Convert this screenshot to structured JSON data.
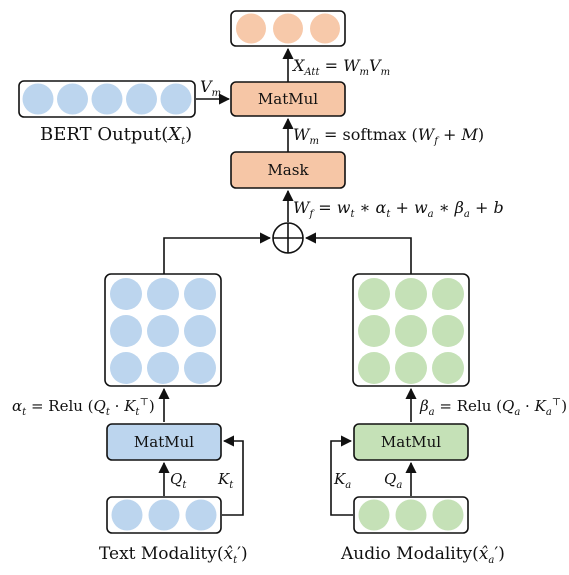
{
  "nodes": {
    "output_box": {
      "circle_color": "#f7c9aa",
      "count": 3
    },
    "matmul_top": {
      "label": "MatMul",
      "fill": "#f6c6a6"
    },
    "mask": {
      "label": "Mask",
      "fill": "#f6c6a6"
    },
    "bert_box": {
      "circle_color": "#bcd5ee",
      "count": 5
    },
    "text_grid": {
      "circle_color": "#bcd5ee",
      "rows": 3,
      "cols": 3
    },
    "audio_grid": {
      "circle_color": "#c5e1b7",
      "rows": 3,
      "cols": 3
    },
    "text_matmul": {
      "label": "MatMul",
      "fill": "#bcd5ee"
    },
    "audio_matmul": {
      "label": "MatMul",
      "fill": "#c5e1b7"
    },
    "text_input": {
      "circle_color": "#bcd5ee",
      "count": 3
    },
    "audio_input": {
      "circle_color": "#c5e1b7",
      "count": 3
    }
  },
  "labels": {
    "bert_output": "BERT Output",
    "bert_output_sym": "X",
    "bert_output_sub": "t",
    "text_modality": "Text Modality",
    "text_modality_sym": "x̂",
    "text_modality_sub": "t",
    "text_modality_prime": "′",
    "audio_modality": "Audio Modality",
    "audio_modality_sym": "x̂",
    "audio_modality_sub": "a",
    "audio_modality_prime": "′"
  },
  "equations": {
    "x_att": "X_Att = W_m V_m",
    "w_m": "W_m = softmax (W_f + M)",
    "w_f": "W_f = w_t ∗ α_t + w_a ∗ β_a + b",
    "alpha_t": "α_t = Relu (Q_t · K_t^⊤)",
    "beta_a": "β_a = Relu (Q_a · K_a^⊤)",
    "v_m": "V_m",
    "q_t": "Q_t",
    "k_t": "K_t",
    "q_a": "Q_a",
    "k_a": "K_a"
  }
}
